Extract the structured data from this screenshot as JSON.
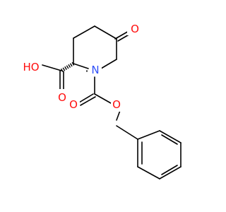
{
  "diagram": {
    "type": "chemical-structure",
    "colors": {
      "bond": "#000000",
      "oxygen": "#ff0d0d",
      "nitrogen": "#3050f8",
      "background": "#ffffff"
    },
    "atom_labels": {
      "ketone_oxygen": "O",
      "hydroxyl": "HO",
      "carboxyl_oxygen": "O",
      "ring_nitrogen": "N",
      "carbamate_carbonyl_oxygen": "O",
      "ester_oxygen": "O"
    }
  }
}
